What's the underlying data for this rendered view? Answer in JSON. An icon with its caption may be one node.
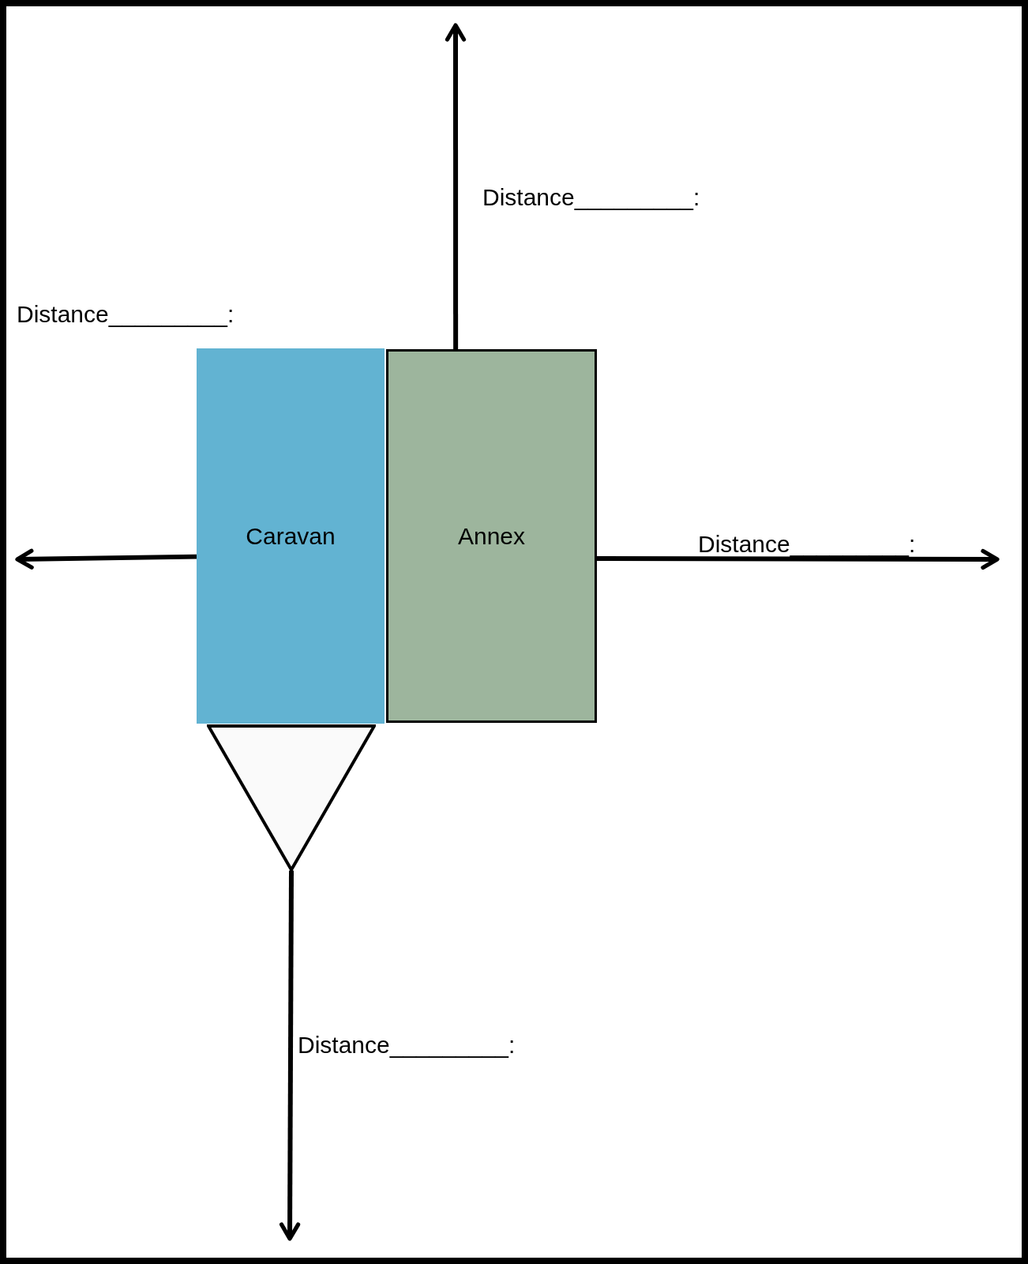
{
  "diagram": {
    "nodes": [
      {
        "text": [
          "Caravan"
        ]
      },
      {
        "text": [
          "Annex"
        ]
      },
      {
        "text": [],
        "shape": "triangle"
      }
    ],
    "edges": [
      {
        "from": 1,
        "to": null,
        "arrow": "to"
      },
      {
        "from": 0,
        "to": null,
        "arrow": "to"
      },
      {
        "from": 1,
        "to": null,
        "arrow": "to"
      },
      {
        "from": 2,
        "to": null,
        "arrow": "to"
      }
    ],
    "labels": [
      "Distance_________:",
      "Distance_________:",
      "Distance_________:",
      "Distance_________:"
    ]
  }
}
